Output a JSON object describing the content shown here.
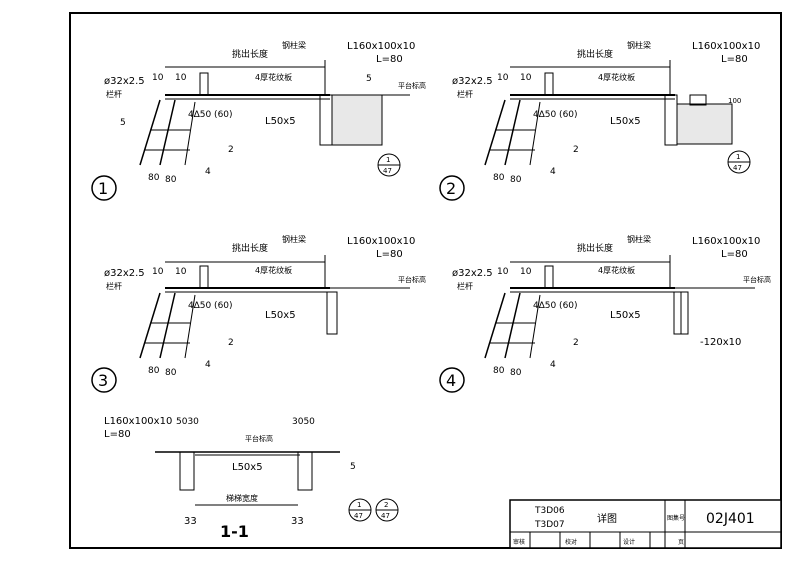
{
  "details": [
    {
      "num": "1",
      "steel_angle": "L160x100x10",
      "steel_length": "L=80",
      "pipe": "ø32x2.5",
      "handrail": "栏杆",
      "flat_bar": "4厚花纹板",
      "overhang": "挑出长度",
      "frame": "钢柱梁",
      "weld_5": "5",
      "top_dim_1": "10",
      "top_dim_2": "10",
      "bolt": "4∆50 (60)",
      "angle_small": "L50x5",
      "dim_2": "2",
      "dim_4": "4",
      "dim_80a": "80",
      "dim_80b": "80",
      "weld_5b": "5",
      "platform": "平台标高",
      "ref_top": "1",
      "ref_bottom": "47"
    },
    {
      "num": "2",
      "steel_angle": "L160x100x10",
      "steel_length": "L=80",
      "pipe": "ø32x2.5",
      "handrail": "栏杆",
      "flat_bar": "4厚花纹板",
      "overhang": "挑出长度",
      "frame": "钢柱梁",
      "top_dim_1": "10",
      "top_dim_2": "10",
      "bolt": "4∆50 (60)",
      "angle_small": "L50x5",
      "dim_2": "2",
      "dim_4": "4",
      "dim_80a": "80",
      "dim_80b": "80",
      "ref_top": "1",
      "ref_bottom": "47",
      "dim_100": "100"
    },
    {
      "num": "3",
      "steel_angle": "L160x100x10",
      "steel_length": "L=80",
      "pipe": "ø32x2.5",
      "handrail": "栏杆",
      "flat_bar": "4厚花纹板",
      "overhang": "挑出长度",
      "frame": "钢柱梁",
      "top_dim_1": "10",
      "top_dim_2": "10",
      "bolt": "4∆50 (60)",
      "angle_small": "L50x5",
      "dim_2": "2",
      "dim_4": "4",
      "dim_80a": "80",
      "dim_80b": "80",
      "platform": "平台标高"
    },
    {
      "num": "4",
      "steel_angle": "L160x100x10",
      "steel_length": "L=80",
      "pipe": "ø32x2.5",
      "handrail": "栏杆",
      "flat_bar": "4厚花纹板",
      "overhang": "挑出长度",
      "frame": "钢柱梁",
      "top_dim_1": "10",
      "top_dim_2": "10",
      "bolt": "4∆50 (60)",
      "angle_small": "L50x5",
      "dim_2": "2",
      "dim_4": "4",
      "dim_80a": "80",
      "dim_80b": "80",
      "platform": "平台标高",
      "plate": "-120x10"
    }
  ],
  "section": {
    "label": "1-1",
    "steel_angle": "L160x100x10",
    "steel_length": "L=80",
    "dims_left": "5030",
    "dims_right": "3050",
    "platform": "平台标高",
    "angle_small": "L50x5",
    "weld": "5",
    "width": "梯梯宽度",
    "dim_33a": "33",
    "dim_33b": "33",
    "ref1_top": "1",
    "ref1_bottom": "47",
    "ref2_top": "2",
    "ref2_bottom": "47"
  },
  "title_block": {
    "code1": "T3D06",
    "code2": "T3D07",
    "title": "详图",
    "page_label": "图集号",
    "atlas": "02J401",
    "row_labels": [
      "审核",
      "校对",
      "设计",
      "页"
    ]
  }
}
